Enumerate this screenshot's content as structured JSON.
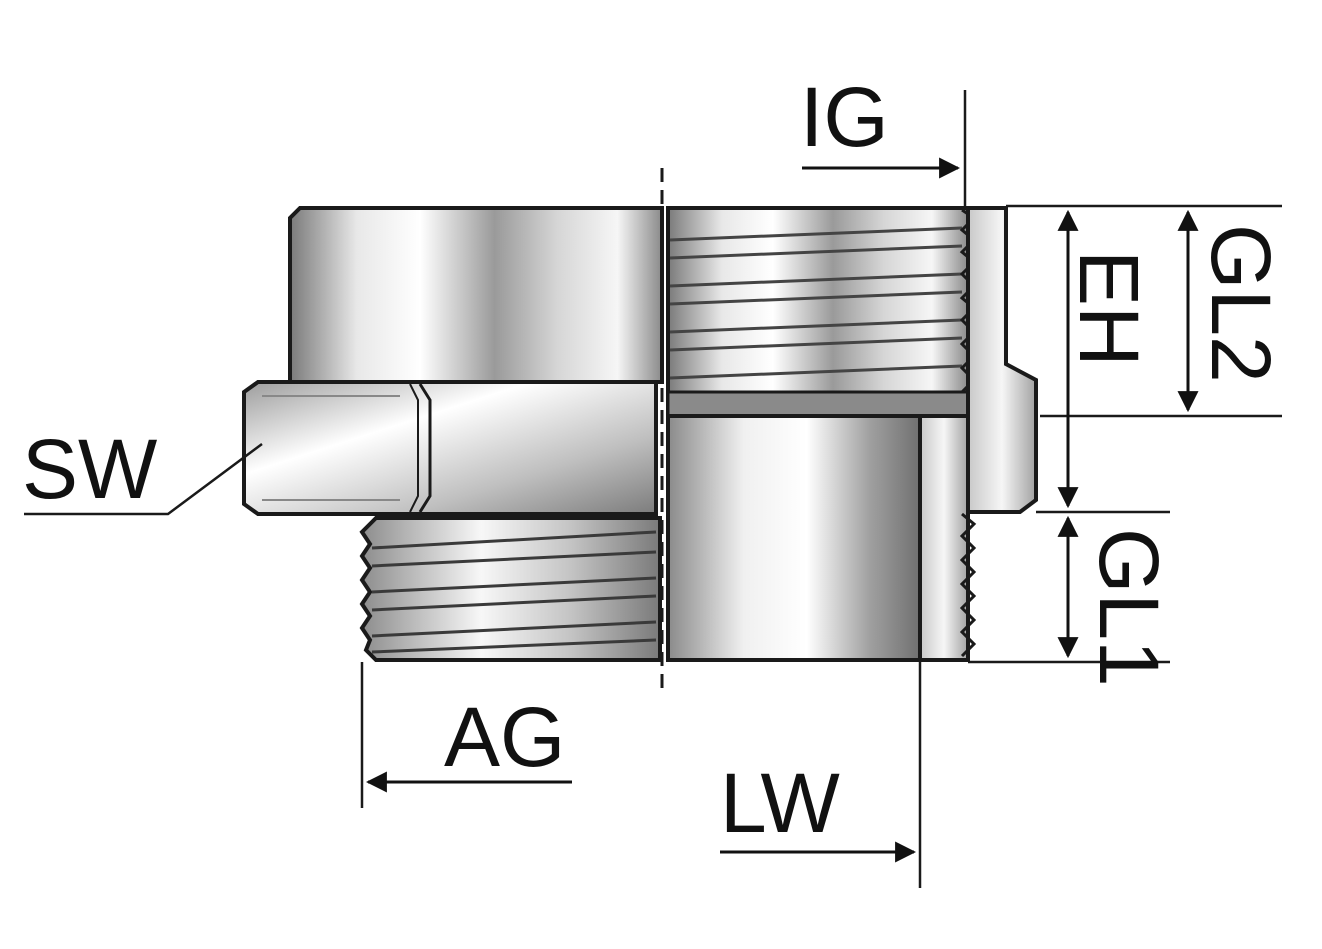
{
  "labels": {
    "ig": "IG",
    "sw": "SW",
    "ag": "AG",
    "lw": "LW",
    "eh": "EH",
    "gl2": "GL2",
    "gl1": "GL1"
  },
  "colors": {
    "outline": "#1a1a1a",
    "metal_dark": "#6e6e6e",
    "metal_light": "#f4f4f4"
  }
}
